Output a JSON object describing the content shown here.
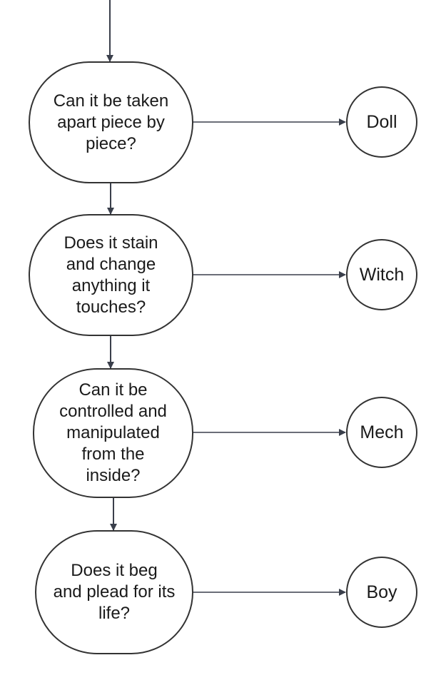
{
  "diagram": {
    "questions": [
      {
        "id": "q1",
        "text": "Can it be taken\napart piece by\npiece?"
      },
      {
        "id": "q2",
        "text": "Does it stain\nand change\nanything it\ntouches?"
      },
      {
        "id": "q3",
        "text": "Can it be\ncontrolled and\nmanipulated\nfrom the\ninside?"
      },
      {
        "id": "q4",
        "text": "Does it beg\nand plead for its\nlife?"
      }
    ],
    "answers": [
      {
        "id": "a1",
        "text": "Doll"
      },
      {
        "id": "a2",
        "text": "Witch"
      },
      {
        "id": "a3",
        "text": "Mech"
      },
      {
        "id": "a4",
        "text": "Boy"
      }
    ],
    "colors": {
      "stroke": "#333333",
      "arrow": "#3a3f4b",
      "text": "#1a1a1a",
      "background": "#ffffff"
    }
  }
}
